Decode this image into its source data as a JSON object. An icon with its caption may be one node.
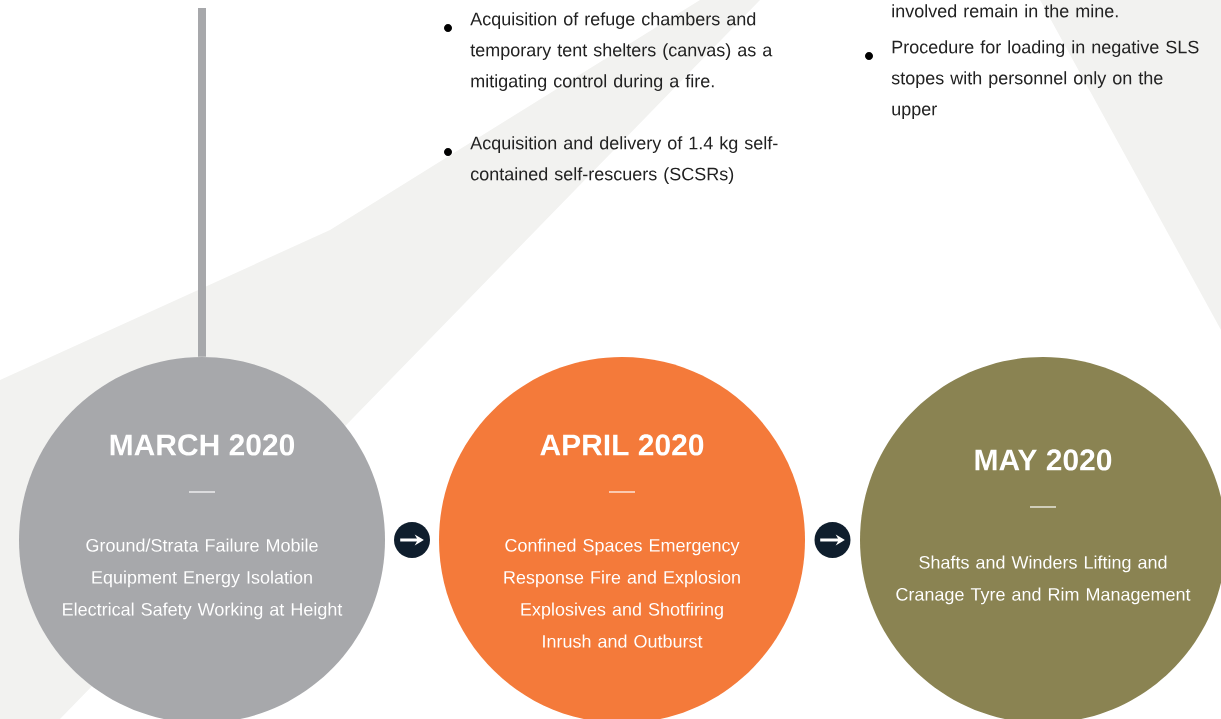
{
  "diagram": {
    "nodes": [
      {
        "text": [
          "MARCH 2020",
          "Ground/Strata Failure Mobile Equipment Energy Isolation Electrical Safety Working at Height"
        ]
      },
      {
        "text": [
          "APRIL 2020",
          "Confined Spaces Emergency Response Fire and Explosion Explosives and Shotfiring Inrush and Outburst"
        ]
      },
      {
        "text": [
          "MAY 2020",
          "Shafts and Winders Lifting and Cranage Tyre and Rim Management"
        ]
      }
    ],
    "edges": [
      {
        "from": null,
        "to": 0,
        "arrow": "none",
        "style": "thick",
        "color": "#a7a8ab"
      },
      {
        "from": 0,
        "to": 1,
        "arrow": "to"
      },
      {
        "from": 1,
        "to": 2,
        "arrow": "to"
      }
    ],
    "labels": [
      "Acquisition of refuge chambers and temporary tent shelters (canvas) as a mitigating control during a fire.",
      "Acquisition and delivery of 1.4 kg self-contained self-rescuers (SCSRs)",
      "involved remain in the mine.",
      "Procedure for loading in negative SLS stopes with personnel only on the upper"
    ]
  }
}
